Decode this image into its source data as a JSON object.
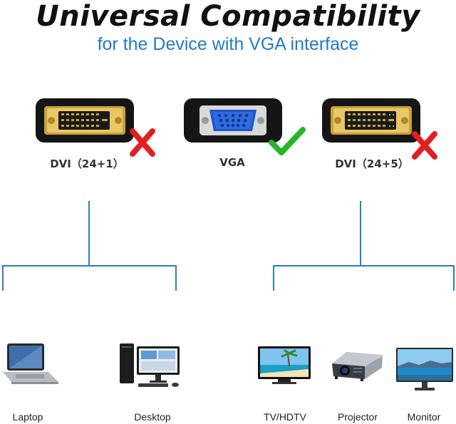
{
  "header": {
    "title": "Universal Compatibility",
    "subtitle": "for the Device with VGA interface"
  },
  "connectors": [
    {
      "label": "DVI（24+1）",
      "compatible": false,
      "mark_icon": "cross-icon"
    },
    {
      "label": "VGA",
      "compatible": true,
      "mark_icon": "check-icon"
    },
    {
      "label": "DVI（24+5）",
      "compatible": false,
      "mark_icon": "cross-icon"
    }
  ],
  "devices": [
    {
      "label": "Laptop",
      "icon": "laptop-icon"
    },
    {
      "label": "Desktop",
      "icon": "desktop-icon"
    },
    {
      "label": "TV/HDTV",
      "icon": "tv-icon"
    },
    {
      "label": "Projector",
      "icon": "projector-icon"
    },
    {
      "label": "Monitor",
      "icon": "monitor-icon"
    }
  ],
  "colors": {
    "title": "#111111",
    "subtitle": "#1f7cc4",
    "tree_lines": "#2a7dc6",
    "cross": "#e02020",
    "check": "#25b42a",
    "dvi_gold": "#c9a23a",
    "vga_blue": "#1e55c8"
  }
}
